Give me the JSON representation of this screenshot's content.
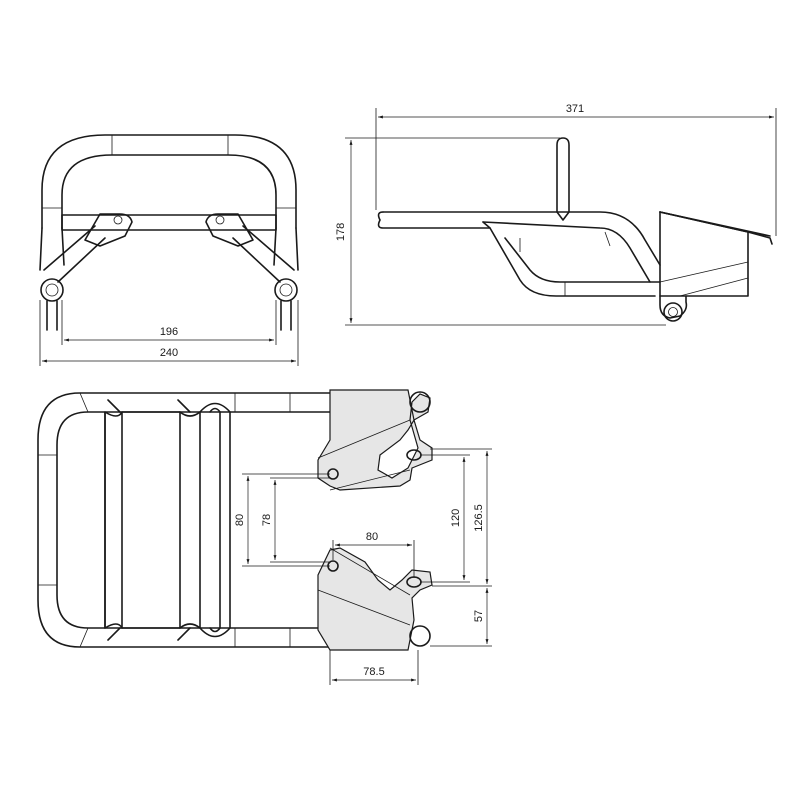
{
  "figure": {
    "views": [
      "front-view",
      "side-view",
      "top-view"
    ],
    "dimensions": {
      "front_inner_width": "196",
      "front_outer_width": "240",
      "side_length": "371",
      "side_height": "178",
      "plate_hole_spacing_outer": "80",
      "plate_hole_spacing_inner": "78",
      "plate_width": "80",
      "right_spacing_inner": "120",
      "right_spacing_outer": "126.5",
      "right_offset": "57",
      "bottom_width": "78.5"
    }
  }
}
